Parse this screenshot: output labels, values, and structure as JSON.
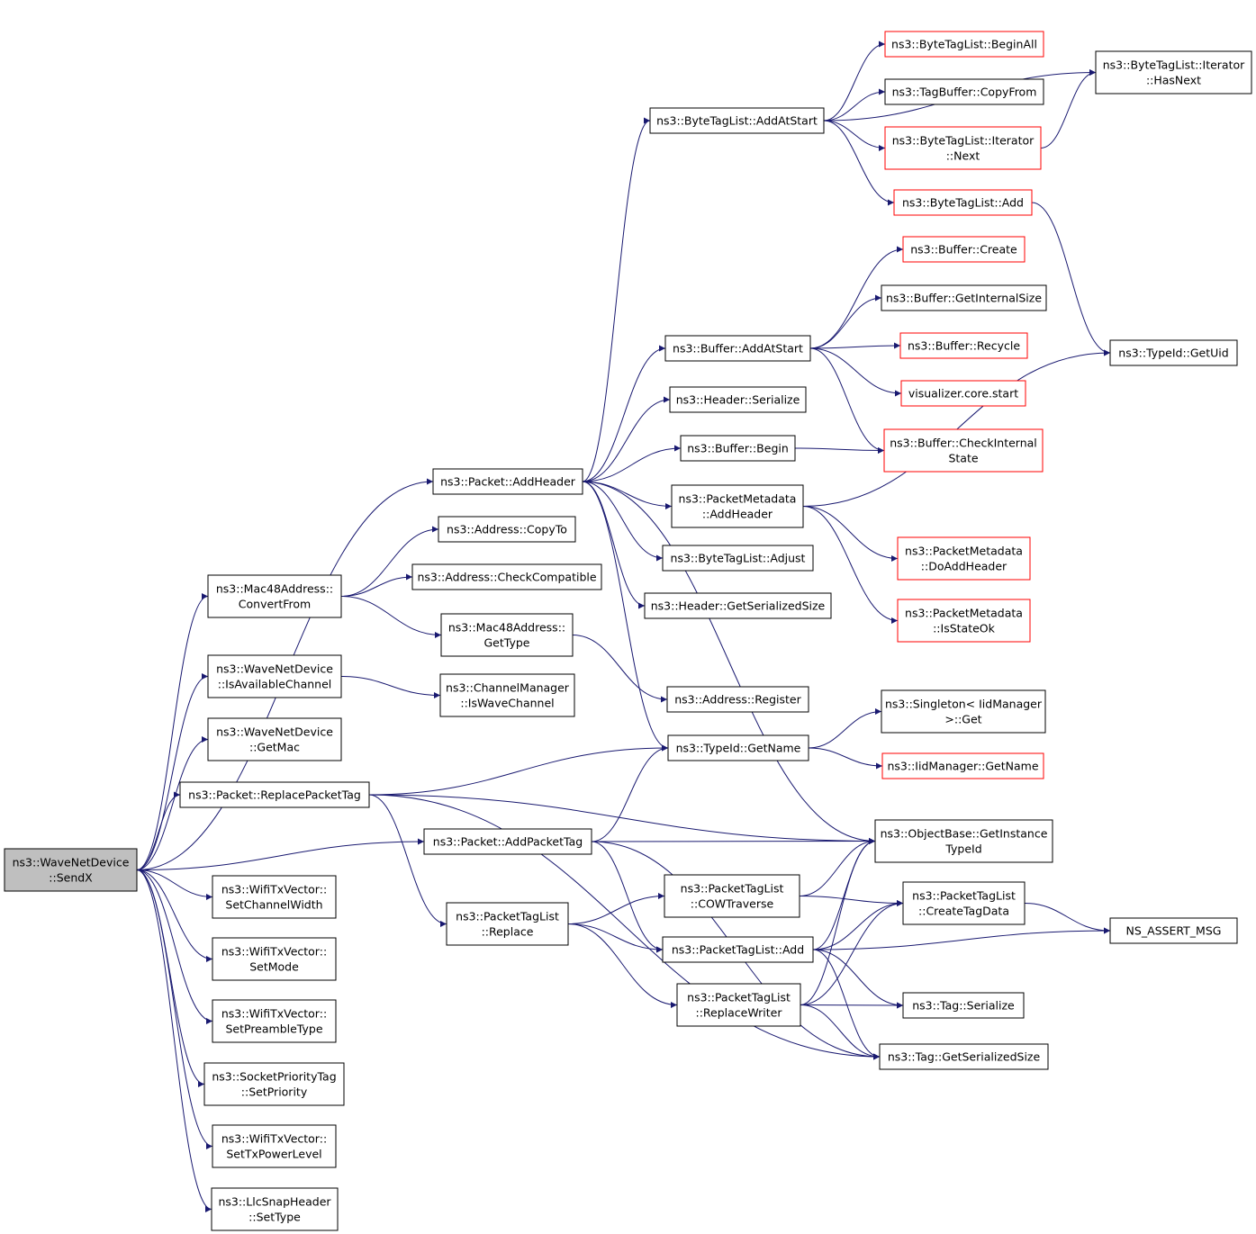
{
  "nodes": [
    {
      "id": "sendx",
      "lines": [
        "ns3::WaveNetDevice",
        "::SendX"
      ],
      "style": "root"
    },
    {
      "id": "pkt_addheader",
      "lines": [
        "ns3::Packet::AddHeader"
      ],
      "style": "black"
    },
    {
      "id": "mac48_convertfrom",
      "lines": [
        "ns3::Mac48Address::",
        "ConvertFrom"
      ],
      "style": "black"
    },
    {
      "id": "wnd_isavail",
      "lines": [
        "ns3::WaveNetDevice",
        "::IsAvailableChannel"
      ],
      "style": "black"
    },
    {
      "id": "wnd_getmac",
      "lines": [
        "ns3::WaveNetDevice",
        "::GetMac"
      ],
      "style": "black"
    },
    {
      "id": "pkt_replacetag",
      "lines": [
        "ns3::Packet::ReplacePacketTag"
      ],
      "style": "black"
    },
    {
      "id": "pkt_addtag",
      "lines": [
        "ns3::Packet::AddPacketTag"
      ],
      "style": "black"
    },
    {
      "id": "wtx_chwidth",
      "lines": [
        "ns3::WifiTxVector::",
        "SetChannelWidth"
      ],
      "style": "black"
    },
    {
      "id": "wtx_mode",
      "lines": [
        "ns3::WifiTxVector::",
        "SetMode"
      ],
      "style": "black"
    },
    {
      "id": "wtx_preamble",
      "lines": [
        "ns3::WifiTxVector::",
        "SetPreambleType"
      ],
      "style": "black"
    },
    {
      "id": "spt_setprio",
      "lines": [
        "ns3::SocketPriorityTag",
        "::SetPriority"
      ],
      "style": "black"
    },
    {
      "id": "wtx_txpower",
      "lines": [
        "ns3::WifiTxVector::",
        "SetTxPowerLevel"
      ],
      "style": "black"
    },
    {
      "id": "llc_settype",
      "lines": [
        "ns3::LlcSnapHeader",
        "::SetType"
      ],
      "style": "black"
    },
    {
      "id": "btl_addatstart",
      "lines": [
        "ns3::ByteTagList::AddAtStart"
      ],
      "style": "black"
    },
    {
      "id": "btl_beginall",
      "lines": [
        "ns3::ByteTagList::BeginAll"
      ],
      "style": "red"
    },
    {
      "id": "tagbuf_copyfrom",
      "lines": [
        "ns3::TagBuffer::CopyFrom"
      ],
      "style": "black"
    },
    {
      "id": "btli_next",
      "lines": [
        "ns3::ByteTagList::Iterator",
        "::Next"
      ],
      "style": "red"
    },
    {
      "id": "btl_add",
      "lines": [
        "ns3::ByteTagList::Add"
      ],
      "style": "red"
    },
    {
      "id": "btli_hasnext",
      "lines": [
        "ns3::ByteTagList::Iterator",
        "::HasNext"
      ],
      "style": "black"
    },
    {
      "id": "typeid_getuid",
      "lines": [
        "ns3::TypeId::GetUid"
      ],
      "style": "black"
    },
    {
      "id": "buf_create",
      "lines": [
        "ns3::Buffer::Create"
      ],
      "style": "red"
    },
    {
      "id": "buf_getinternalsize",
      "lines": [
        "ns3::Buffer::GetInternalSize"
      ],
      "style": "black"
    },
    {
      "id": "buf_recycle",
      "lines": [
        "ns3::Buffer::Recycle"
      ],
      "style": "red"
    },
    {
      "id": "vis_core_start",
      "lines": [
        "visualizer.core.start"
      ],
      "style": "red"
    },
    {
      "id": "buf_checkinternal",
      "lines": [
        "ns3::Buffer::CheckInternal",
        "State"
      ],
      "style": "red"
    },
    {
      "id": "buf_addatstart",
      "lines": [
        "ns3::Buffer::AddAtStart"
      ],
      "style": "black"
    },
    {
      "id": "hdr_serialize",
      "lines": [
        "ns3::Header::Serialize"
      ],
      "style": "black"
    },
    {
      "id": "buf_begin",
      "lines": [
        "ns3::Buffer::Begin"
      ],
      "style": "black"
    },
    {
      "id": "pmd_addheader",
      "lines": [
        "ns3::PacketMetadata",
        "::AddHeader"
      ],
      "style": "black"
    },
    {
      "id": "pmd_doaddheader",
      "lines": [
        "ns3::PacketMetadata",
        "::DoAddHeader"
      ],
      "style": "red"
    },
    {
      "id": "pmd_isstateok",
      "lines": [
        "ns3::PacketMetadata",
        "::IsStateOk"
      ],
      "style": "red"
    },
    {
      "id": "btl_adjust",
      "lines": [
        "ns3::ByteTagList::Adjust"
      ],
      "style": "black"
    },
    {
      "id": "hdr_getsersize",
      "lines": [
        "ns3::Header::GetSerializedSize"
      ],
      "style": "black"
    },
    {
      "id": "addr_copyto",
      "lines": [
        "ns3::Address::CopyTo"
      ],
      "style": "black"
    },
    {
      "id": "addr_checkcompat",
      "lines": [
        "ns3::Address::CheckCompatible"
      ],
      "style": "black"
    },
    {
      "id": "mac48_gettype",
      "lines": [
        "ns3::Mac48Address::",
        "GetType"
      ],
      "style": "black"
    },
    {
      "id": "addr_register",
      "lines": [
        "ns3::Address::Register"
      ],
      "style": "black"
    },
    {
      "id": "chmgr_iswave",
      "lines": [
        "ns3::ChannelManager",
        "::IsWaveChannel"
      ],
      "style": "black"
    },
    {
      "id": "typeid_getname",
      "lines": [
        "ns3::TypeId::GetName"
      ],
      "style": "black"
    },
    {
      "id": "singleton_get",
      "lines": [
        "ns3::Singleton< IidManager",
        ">::Get"
      ],
      "style": "black"
    },
    {
      "id": "iidmgr_getname",
      "lines": [
        "ns3::IidManager::GetName"
      ],
      "style": "red"
    },
    {
      "id": "objbase_getinst",
      "lines": [
        "ns3::ObjectBase::GetInstance",
        "TypeId"
      ],
      "style": "black"
    },
    {
      "id": "ptl_cowtraverse",
      "lines": [
        "ns3::PacketTagList",
        "::COWTraverse"
      ],
      "style": "black"
    },
    {
      "id": "ptl_createtagdata",
      "lines": [
        "ns3::PacketTagList",
        "::CreateTagData"
      ],
      "style": "black"
    },
    {
      "id": "ns_assert",
      "lines": [
        "NS_ASSERT_MSG"
      ],
      "style": "black"
    },
    {
      "id": "ptl_replace",
      "lines": [
        "ns3::PacketTagList",
        "::Replace"
      ],
      "style": "black"
    },
    {
      "id": "ptl_add",
      "lines": [
        "ns3::PacketTagList::Add"
      ],
      "style": "black"
    },
    {
      "id": "ptl_replacewriter",
      "lines": [
        "ns3::PacketTagList",
        "::ReplaceWriter"
      ],
      "style": "black"
    },
    {
      "id": "tag_serialize",
      "lines": [
        "ns3::Tag::Serialize"
      ],
      "style": "black"
    },
    {
      "id": "tag_getsersize",
      "lines": [
        "ns3::Tag::GetSerializedSize"
      ],
      "style": "black"
    }
  ],
  "edges": [
    [
      "sendx",
      "pkt_addheader"
    ],
    [
      "sendx",
      "mac48_convertfrom"
    ],
    [
      "sendx",
      "wnd_isavail"
    ],
    [
      "sendx",
      "wnd_getmac"
    ],
    [
      "sendx",
      "pkt_replacetag"
    ],
    [
      "sendx",
      "pkt_addtag"
    ],
    [
      "sendx",
      "wtx_chwidth"
    ],
    [
      "sendx",
      "wtx_mode"
    ],
    [
      "sendx",
      "wtx_preamble"
    ],
    [
      "sendx",
      "spt_setprio"
    ],
    [
      "sendx",
      "wtx_txpower"
    ],
    [
      "sendx",
      "llc_settype"
    ],
    [
      "pkt_addheader",
      "btl_addatstart"
    ],
    [
      "pkt_addheader",
      "buf_addatstart"
    ],
    [
      "pkt_addheader",
      "hdr_serialize"
    ],
    [
      "pkt_addheader",
      "buf_begin"
    ],
    [
      "pkt_addheader",
      "pmd_addheader"
    ],
    [
      "pkt_addheader",
      "btl_adjust"
    ],
    [
      "pkt_addheader",
      "hdr_getsersize"
    ],
    [
      "pkt_addheader",
      "typeid_getname"
    ],
    [
      "pkt_addheader",
      "objbase_getinst"
    ],
    [
      "btl_addatstart",
      "btli_hasnext"
    ],
    [
      "btl_addatstart",
      "btl_beginall"
    ],
    [
      "btl_addatstart",
      "tagbuf_copyfrom"
    ],
    [
      "btl_addatstart",
      "btli_next"
    ],
    [
      "btl_addatstart",
      "btl_add"
    ],
    [
      "btli_next",
      "btli_hasnext"
    ],
    [
      "btl_add",
      "typeid_getuid"
    ],
    [
      "buf_addatstart",
      "buf_create"
    ],
    [
      "buf_addatstart",
      "buf_getinternalsize"
    ],
    [
      "buf_addatstart",
      "buf_recycle"
    ],
    [
      "buf_addatstart",
      "vis_core_start"
    ],
    [
      "buf_addatstart",
      "buf_checkinternal"
    ],
    [
      "buf_begin",
      "buf_checkinternal"
    ],
    [
      "pmd_addheader",
      "typeid_getuid"
    ],
    [
      "pmd_addheader",
      "pmd_doaddheader"
    ],
    [
      "pmd_addheader",
      "pmd_isstateok"
    ],
    [
      "mac48_convertfrom",
      "addr_copyto"
    ],
    [
      "mac48_convertfrom",
      "addr_checkcompat"
    ],
    [
      "mac48_convertfrom",
      "mac48_gettype"
    ],
    [
      "mac48_gettype",
      "addr_register"
    ],
    [
      "wnd_isavail",
      "chmgr_iswave"
    ],
    [
      "typeid_getname",
      "singleton_get"
    ],
    [
      "typeid_getname",
      "iidmgr_getname"
    ],
    [
      "pkt_replacetag",
      "typeid_getname"
    ],
    [
      "pkt_replacetag",
      "objbase_getinst"
    ],
    [
      "pkt_replacetag",
      "ptl_replace"
    ],
    [
      "pkt_replacetag",
      "tag_getsersize"
    ],
    [
      "pkt_addtag",
      "typeid_getname"
    ],
    [
      "pkt_addtag",
      "objbase_getinst"
    ],
    [
      "pkt_addtag",
      "ptl_add"
    ],
    [
      "pkt_addtag",
      "tag_getsersize"
    ],
    [
      "ptl_replace",
      "ptl_cowtraverse"
    ],
    [
      "ptl_replace",
      "ptl_add"
    ],
    [
      "ptl_replace",
      "ptl_replacewriter"
    ],
    [
      "ptl_cowtraverse",
      "objbase_getinst"
    ],
    [
      "ptl_cowtraverse",
      "ptl_createtagdata"
    ],
    [
      "ptl_add",
      "objbase_getinst"
    ],
    [
      "ptl_add",
      "ptl_createtagdata"
    ],
    [
      "ptl_add",
      "ns_assert"
    ],
    [
      "ptl_add",
      "tag_serialize"
    ],
    [
      "ptl_add",
      "tag_getsersize"
    ],
    [
      "ptl_replacewriter",
      "objbase_getinst"
    ],
    [
      "ptl_replacewriter",
      "ptl_createtagdata"
    ],
    [
      "ptl_replacewriter",
      "tag_serialize"
    ],
    [
      "ptl_replacewriter",
      "tag_getsersize"
    ],
    [
      "ptl_createtagdata",
      "ns_assert"
    ]
  ]
}
